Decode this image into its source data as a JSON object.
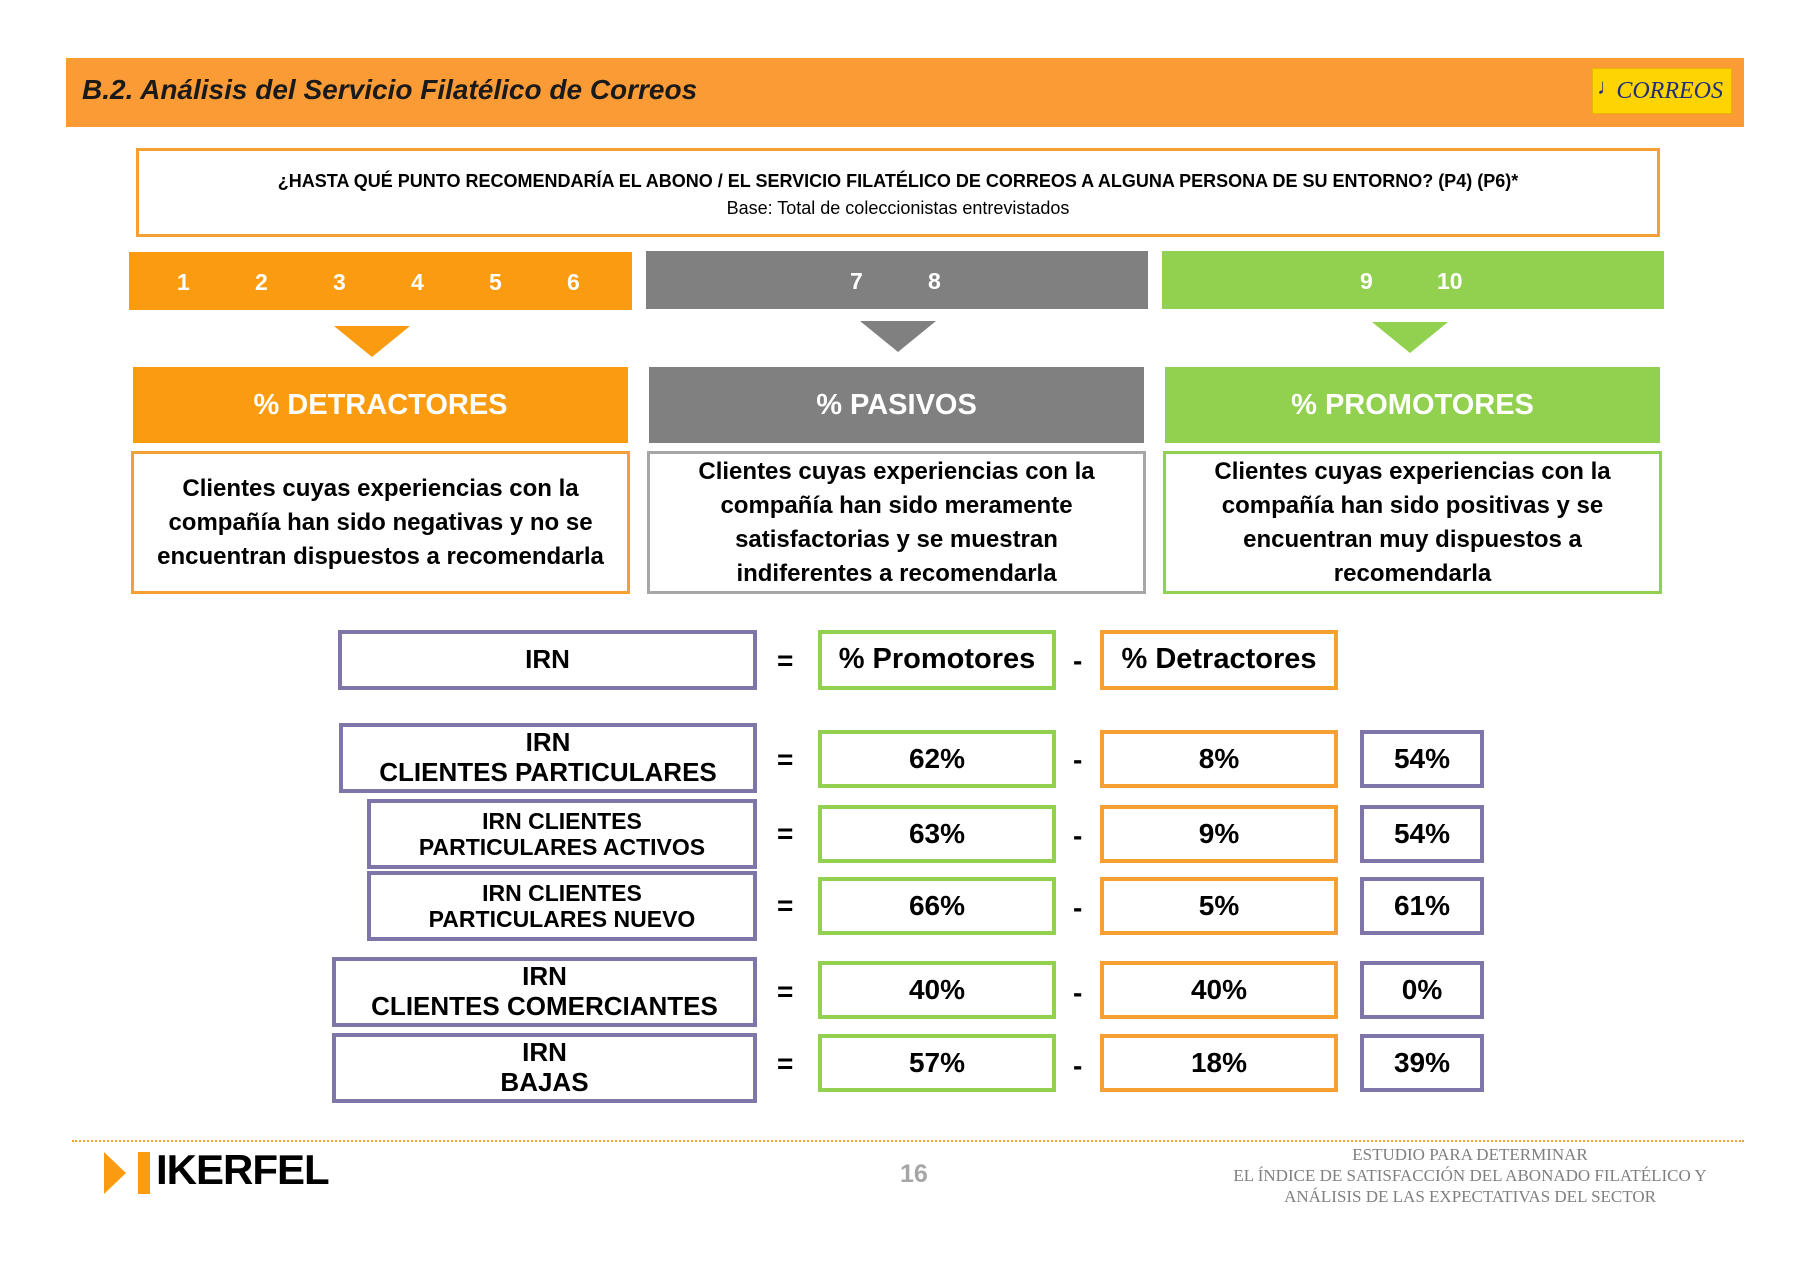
{
  "header": {
    "title": "B.2. Análisis del Servicio Filatélico de Correos",
    "logo_text": "CORREOS",
    "logo_icon": "post-horn-icon"
  },
  "question": {
    "text": "¿HASTA QUÉ PUNTO RECOMENDARÍA EL ABONO / EL SERVICIO FILATÉLICO DE CORREOS A ALGUNA PERSONA DE SU ENTORNO? (P4) (P6)*",
    "base": "Base: Total de coleccionistas entrevistados"
  },
  "scale": {
    "detractores": [
      "1",
      "2",
      "3",
      "4",
      "5",
      "6"
    ],
    "pasivos": [
      "7",
      "8"
    ],
    "promotores": [
      "9",
      "10"
    ]
  },
  "categories": [
    {
      "title": "% DETRACTORES",
      "description": "Clientes cuyas experiencias con la compañía han sido negativas y no se encuentran dispuestos a recomendarla",
      "color": "#fb9b0f"
    },
    {
      "title": "% PASIVOS",
      "description": "Clientes cuyas experiencias con la compañía han sido meramente satisfactorias y se muestran indiferentes a recomendarla",
      "color": "#808080"
    },
    {
      "title": "% PROMOTORES",
      "description": "Clientes cuyas experiencias con la compañía han sido positivas y se encuentran muy dispuestos a recomendarla",
      "color": "#92d050"
    }
  ],
  "formula": {
    "label": "IRN",
    "equals": "=",
    "minus": "-",
    "promotores": "% Promotores",
    "detractores": "% Detractores"
  },
  "rows": [
    {
      "label_line1": "IRN",
      "label_line2": "CLIENTES  PARTICULARES",
      "promotores": "62%",
      "detractores": "8%",
      "irn": "54%"
    },
    {
      "label_line1": "IRN CLIENTES",
      "label_line2": "PARTICULARES ACTIVOS",
      "promotores": "63%",
      "detractores": "9%",
      "irn": "54%"
    },
    {
      "label_line1": "IRN CLIENTES",
      "label_line2": "PARTICULARES NUEVO",
      "promotores": "66%",
      "detractores": "5%",
      "irn": "61%"
    },
    {
      "label_line1": "IRN",
      "label_line2": "CLIENTES COMERCIANTES",
      "promotores": "40%",
      "detractores": "40%",
      "irn": "0%"
    },
    {
      "label_line1": "IRN",
      "label_line2": "BAJAS",
      "promotores": "57%",
      "detractores": "18%",
      "irn": "39%"
    }
  ],
  "footer": {
    "brand": "IKERFEL",
    "page": "16",
    "study_line1": "ESTUDIO PARA DETERMINAR",
    "study_line2": "EL ÍNDICE DE SATISFACCIÓN DEL ABONADO FILATÉLICO Y",
    "study_line3": "ANÁLISIS DE LAS EXPECTATIVAS DEL SECTOR"
  },
  "colors": {
    "orange": "#fb9b0f",
    "gray": "#808080",
    "green": "#92d050",
    "purple": "#7f75a8"
  }
}
